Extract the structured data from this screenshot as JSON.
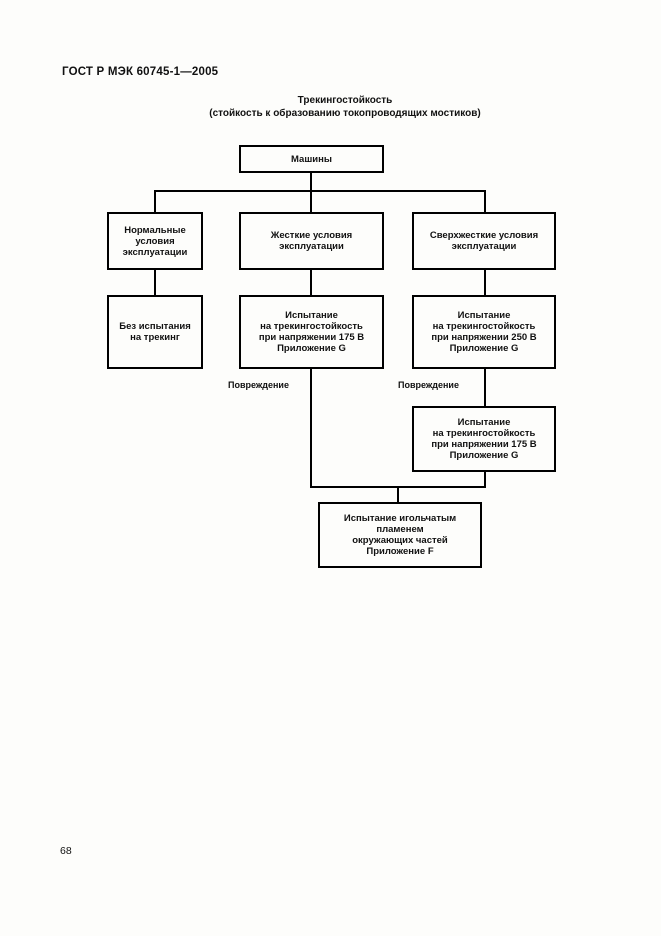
{
  "page": {
    "header": "ГОСТ Р МЭК 60745-1—2005",
    "page_number": "68"
  },
  "flowchart": {
    "title": "Трекингостойкость\n(стойкость к образованию токопроводящих мостиков)",
    "nodes": {
      "machines": "Машины",
      "normal_conditions": "Нормальные\nусловия\nэксплуатации",
      "harsh_conditions": "Жесткие условия\nэксплуатации",
      "extra_harsh_conditions": "Сверхжесткие условия\nэксплуатации",
      "no_tracking_test": "Без испытания\nна трекинг",
      "tracking_test_175": "Испытание\nна трекингостойкость\nпри напряжении 175 В\nПриложение G",
      "tracking_test_250": "Испытание\nна трекингостойкость\nпри напряжении 250 В\nПриложение G",
      "tracking_test_175_after_damage": "Испытание\nна трекингостойкость\nпри напряжении 175 В\nПриложение G",
      "needle_flame_test": "Испытание игольчатым\nпламенем\nокружающих частей\nПриложение F"
    },
    "edge_labels": {
      "damage_left": "Повреждение",
      "damage_right": "Повреждение"
    }
  }
}
